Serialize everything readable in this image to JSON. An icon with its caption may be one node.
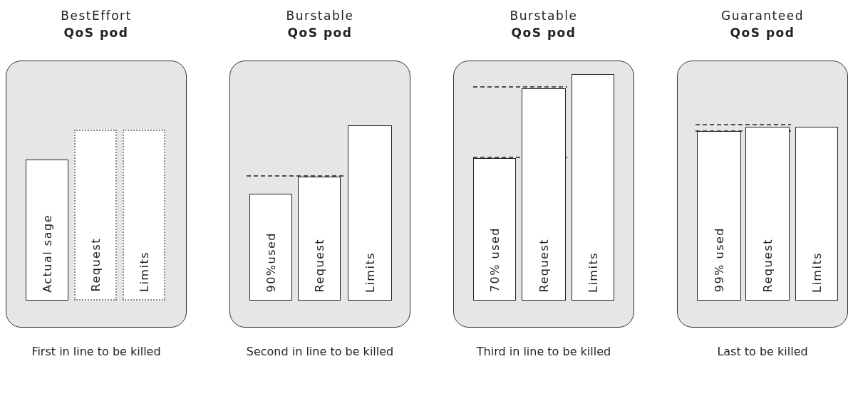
{
  "diagram": {
    "nodes": [
      {
        "text": [
          "BestEffort",
          "QoS pod"
        ],
        "beside": [
          "First in line to be killed"
        ]
      },
      {
        "text": [
          "Actual sage"
        ],
        "in": 0
      },
      {
        "text": [
          "Request"
        ],
        "in": 0
      },
      {
        "text": [
          "Limits"
        ],
        "in": 0
      },
      {
        "text": [
          "Burstable",
          "QoS pod"
        ],
        "beside": [
          "Second in line to be killed"
        ]
      },
      {
        "text": [
          "90%used"
        ],
        "in": 4
      },
      {
        "text": [
          "Request"
        ],
        "in": 4
      },
      {
        "text": [
          "Limits"
        ],
        "in": 4
      },
      {
        "text": [
          "Burstable",
          "QoS pod"
        ],
        "beside": [
          "Third in line to be killed"
        ]
      },
      {
        "text": [
          "70% used"
        ],
        "in": 8
      },
      {
        "text": [
          "Request"
        ],
        "in": 8
      },
      {
        "text": [
          "Limits"
        ],
        "in": 8
      },
      {
        "text": [
          "Guaranteed",
          "QoS pod"
        ],
        "beside": [
          "Last to be killed"
        ]
      },
      {
        "text": [
          "99% used"
        ],
        "in": 12
      },
      {
        "text": [
          "Request"
        ],
        "in": 12
      },
      {
        "text": [
          "Limits"
        ],
        "in": 12
      }
    ]
  }
}
